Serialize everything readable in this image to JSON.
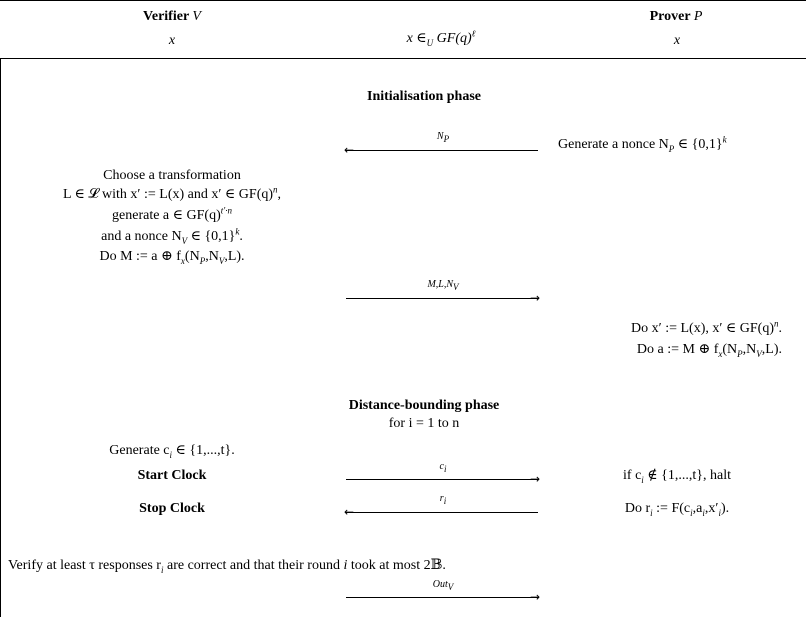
{
  "header": {
    "verifier": "Verifier",
    "verifier_sym": "V",
    "prover": "Prover",
    "prover_sym": "P",
    "verifier_x": "x",
    "middle_x": "x",
    "middle_in": "∈",
    "middle_sub": "U",
    "middle_field": "GF(q)",
    "middle_sup": "ℓ",
    "prover_x": "x"
  },
  "init": {
    "title": "Initialisation phase",
    "arrow1_label": "N",
    "arrow1_label_sub": "P",
    "prover_nonce": "Generate a nonce N",
    "prover_nonce_sub": "P",
    "prover_nonce_rest": " ∈ {0,1}",
    "prover_nonce_sup": "k",
    "verifier_lines": [
      "Choose a transformation",
      "L ∈ 𝓛 with x′ := L(x) and x′ ∈ GF(q)",
      "generate a ∈ GF(q)",
      "and a nonce N",
      "Do M := a ⊕ f"
    ],
    "v_line2_sup": "n",
    "v_line2_end": ",",
    "v_line3_sup": "t′·n",
    "v_line4_sub": "V",
    "v_line4_rest": " ∈ {0,1}",
    "v_line4_sup": "k",
    "v_line4_end": ".",
    "v_line5_sub": "x",
    "v_line5_rest": "(N",
    "v_line5_sub2": "P",
    "v_line5_mid": ",N",
    "v_line5_sub3": "V",
    "v_line5_end": ",L).",
    "arrow2_label": "M,L,N",
    "arrow2_label_sub": "V",
    "prover_line1": "Do x′ := L(x), x′ ∈ GF(q)",
    "prover_line1_sup": "n",
    "prover_line1_end": ".",
    "prover_line2": "Do a := M ⊕ f",
    "prover_line2_sub": "x",
    "prover_line2_rest": "(N",
    "prover_line2_sub2": "P",
    "prover_line2_mid": ",N",
    "prover_line2_sub3": "V",
    "prover_line2_end": ",L)."
  },
  "db": {
    "title": "Distance-bounding phase",
    "loop": "for i = 1 to n",
    "gen": "Generate c",
    "gen_sub": "i",
    "gen_rest": " ∈ {1,...,t}.",
    "start": "Start Clock",
    "stop": "Stop Clock",
    "arrow_c": "c",
    "arrow_c_sub": "i",
    "arrow_r": "r",
    "arrow_r_sub": "i",
    "prover_check": "if c",
    "prover_check_sub": "i",
    "prover_check_rest": " ∉ {1,...,t}, halt",
    "prover_resp": "Do r",
    "prover_resp_sub": "i",
    "prover_resp_rest": " := F(c",
    "prover_resp_sub2": "i",
    "prover_resp_mid": ",a",
    "prover_resp_sub3": "i",
    "prover_resp_mid2": ",x′",
    "prover_resp_sub4": "i",
    "prover_resp_end": ")."
  },
  "final": {
    "verify": "Verify at least τ responses r",
    "verify_sub": "i",
    "verify_rest": " are correct and that their round ",
    "verify_i": "i",
    "verify_end": " took at most 2𝔹.",
    "out_label": "Out",
    "out_label_sub": "V"
  }
}
